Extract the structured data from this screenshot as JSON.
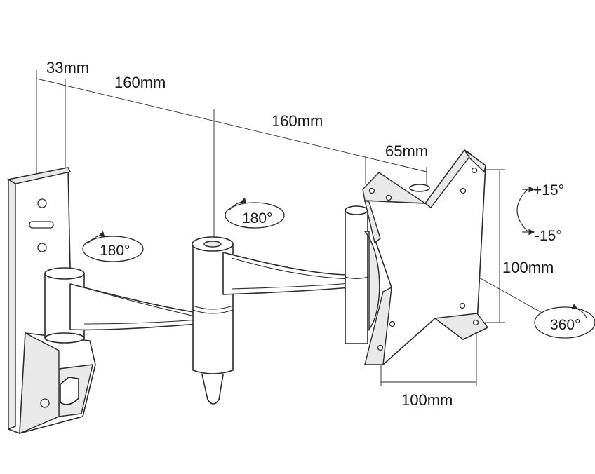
{
  "dimensions": {
    "wall_offset": "33mm",
    "arm_1": "160mm",
    "arm_2": "160mm",
    "head_depth": "65mm",
    "vesa_height": "100mm",
    "vesa_width": "100mm"
  },
  "rotations": {
    "wall_joint": "180°",
    "middle_joint": "180°",
    "head_rotation": "360°",
    "tilt_up": "+15°",
    "tilt_down": "-15°"
  }
}
